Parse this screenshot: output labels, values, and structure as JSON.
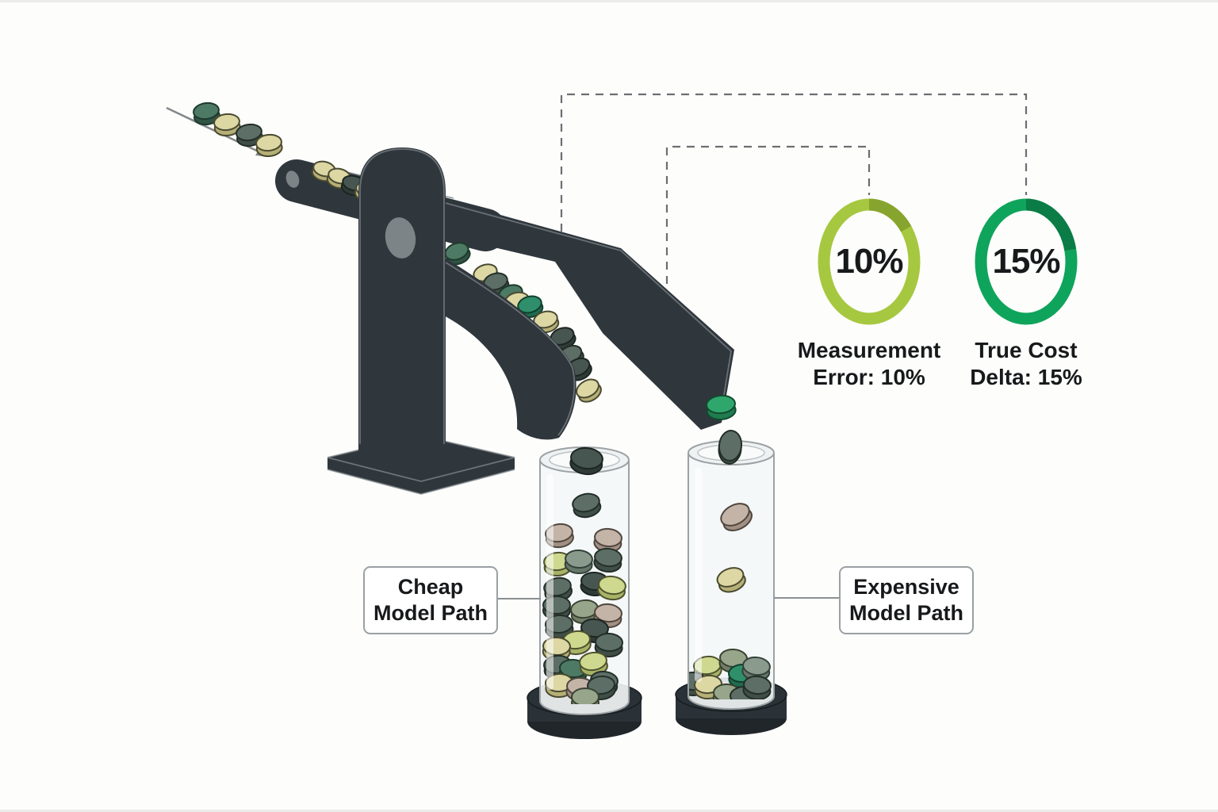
{
  "donuts": [
    {
      "value_label": "10%",
      "caption_line1": "Measurement",
      "caption_line2": "Error: 10%",
      "ring_color": "#a6c840",
      "segment_color": "#87a52e",
      "segment_deg": 55
    },
    {
      "value_label": "15%",
      "caption_line1": "True Cost",
      "caption_line2": "Delta: 15%",
      "ring_color": "#0fa45b",
      "segment_color": "#0b7c45",
      "segment_deg": 78
    }
  ],
  "labels": {
    "cheap": {
      "line1": "Cheap",
      "line2": "Model Path"
    },
    "expensive": {
      "line1": "Expensive",
      "line2": "Model Path"
    }
  },
  "illustration": {
    "machine_color": "#2f373c",
    "machine_edge_color": "#7d8488",
    "hole_color": "#8e969b",
    "glass_fill": "#f4f7f7",
    "glass_stroke": "#9ca2a4",
    "base_color": "#2b3237",
    "base_dark_color": "#20262a",
    "dashed_line_color": "#6b6f72",
    "arrow_color": "#85898c",
    "text_color": "#17191b",
    "coin_palette": {
      "darkgreen": {
        "top": "#4d7a64",
        "side": "#2f5444",
        "line": "#1d3a2c"
      },
      "green": {
        "top": "#2fa76c",
        "side": "#1f7c4e",
        "line": "#124a30"
      },
      "teal": {
        "top": "#2f8f6b",
        "side": "#1f6b4e",
        "line": "#123f2e"
      },
      "beige": {
        "top": "#ddd7a4",
        "side": "#b6b077",
        "line": "#4a4a30"
      },
      "yellowgreen": {
        "top": "#ced98f",
        "side": "#a9b366",
        "line": "#4e522f"
      },
      "slate": {
        "top": "#5d6e66",
        "side": "#3f4e47",
        "line": "#232e28"
      },
      "darkslate": {
        "top": "#475651",
        "side": "#2f3b37",
        "line": "#1c2522"
      },
      "olive": {
        "top": "#97a58b",
        "side": "#727f68",
        "line": "#3a4232"
      },
      "graygreen": {
        "top": "#8a9a8c",
        "side": "#66776a",
        "line": "#33413a"
      },
      "tan": {
        "top": "#c3b4a7",
        "side": "#a08f82",
        "line": "#4f463e"
      }
    }
  }
}
